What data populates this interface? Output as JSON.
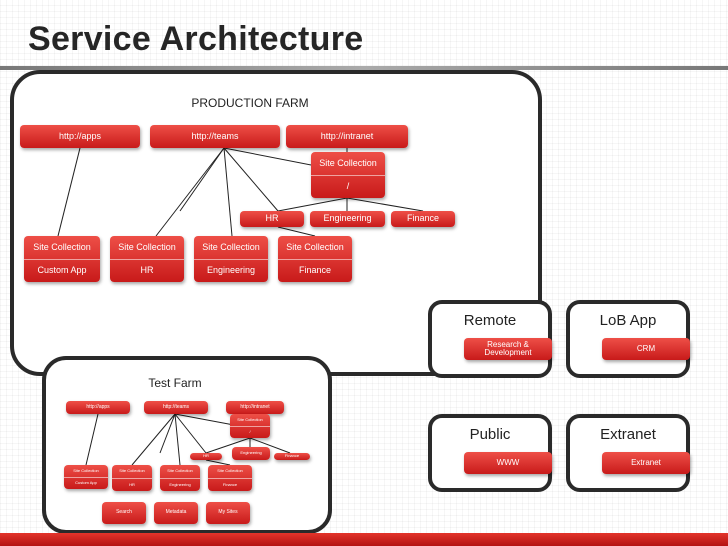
{
  "title": "Service Architecture",
  "production_farm": {
    "label": "PRODUCTION FARM",
    "web_apps": [
      "http://apps",
      "http://teams",
      "http://intranet"
    ],
    "root_site_collection": {
      "label": "Site Collection",
      "path": "/"
    },
    "managed_paths": [
      "HR",
      "Engineering",
      "Finance"
    ],
    "site_collections": [
      {
        "label": "Site Collection",
        "name": "Custom App"
      },
      {
        "label": "Site Collection",
        "name": "HR"
      },
      {
        "label": "Site Collection",
        "name": "Engineering"
      },
      {
        "label": "Site Collection",
        "name": "Finance"
      }
    ]
  },
  "test_farm": {
    "label": "Test Farm",
    "web_apps": [
      "http://apps",
      "http://teams",
      "http://intranet"
    ],
    "root_site_collection": {
      "label": "Site Collection",
      "path": "/"
    },
    "managed_paths": [
      "HR",
      "Engineering",
      "Finance"
    ],
    "site_collections": [
      {
        "label": "Site Collection",
        "name": "Custom App"
      },
      {
        "label": "Site Collection",
        "name": "HR"
      },
      {
        "label": "Site Collection",
        "name": "Engineering"
      },
      {
        "label": "Site Collection",
        "name": "Finance"
      }
    ],
    "services": [
      "Search",
      "Metadata",
      "My Sites"
    ]
  },
  "service_boxes": [
    {
      "title": "Remote",
      "item": "Research & Development"
    },
    {
      "title": "LoB App",
      "item": "CRM"
    },
    {
      "title": "Public",
      "item": "WWW"
    },
    {
      "title": "Extranet",
      "item": "Extranet"
    }
  ],
  "colors": {
    "node_top": "#ee4f47",
    "node_bottom": "#c81a1a",
    "footer": "#c81a1a",
    "frame": "#2a2a2a"
  }
}
